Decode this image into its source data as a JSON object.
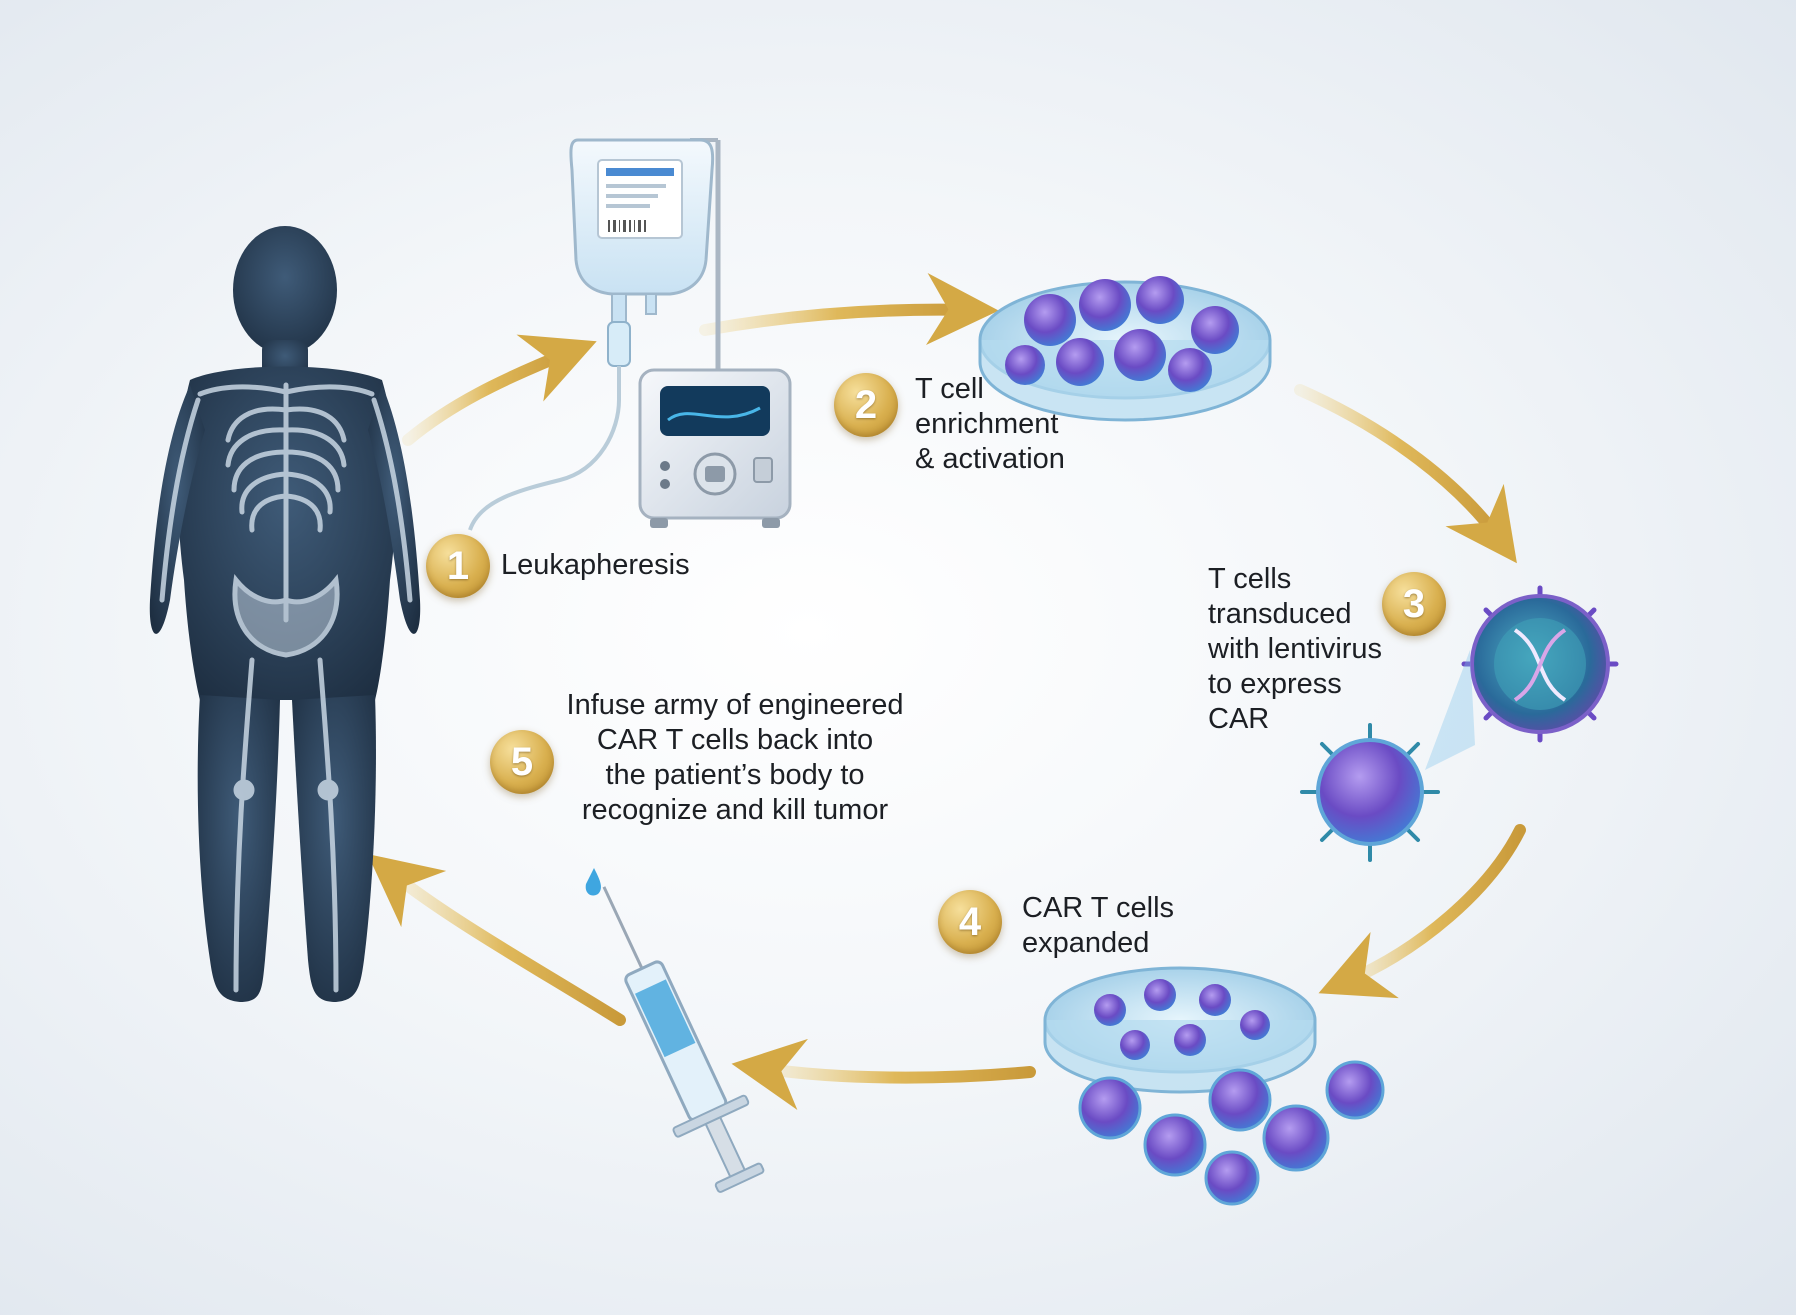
{
  "steps": [
    {
      "number": "1",
      "label": "Leukapheresis"
    },
    {
      "number": "2",
      "label": "T cell\nenrichment\n& activation"
    },
    {
      "number": "3",
      "label": "T cells\ntransduced\nwith lentivirus\nto express\nCAR"
    },
    {
      "number": "4",
      "label": "CAR T cells\nexpanded"
    },
    {
      "number": "5",
      "label": "Infuse army of engineered\nCAR T cells back into\nthe patient’s body to\nrecognize and kill tumor"
    }
  ],
  "icons": {
    "patient": "human-body-skeleton-icon",
    "apheresis": "iv-bag-and-apheresis-machine-icon",
    "enrichment": "petri-dish-t-cells-icon",
    "transduction": "lentivirus-dna-icon",
    "expansion": "petri-dish-car-t-cells-icon",
    "infusion": "syringe-icon"
  },
  "colors": {
    "arrow_gold": "#d9b04f",
    "badge_gold": "#c99a3a",
    "body_navy": "#2c4158",
    "cell_purple": "#6a4bc4",
    "cell_blue": "#3f7fd6",
    "dish_blue": "#a9d6ee"
  }
}
